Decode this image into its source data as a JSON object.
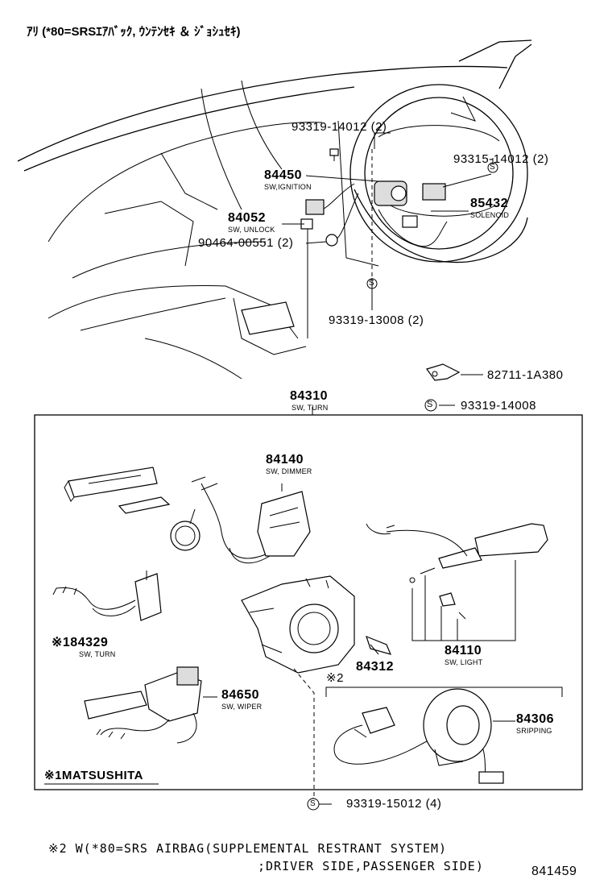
{
  "header": {
    "title": "ｱﾘ (*80=SRSｴｱﾊﾞｯｸ, ｳﾝﾃﾝｾｷ ＆ ｼﾞｮｼｭｾｷ)"
  },
  "top_parts": {
    "p1": "93319-14012 (2)",
    "p2_num": "84450",
    "p2_sub": "SW,IGNITION",
    "p3": "93315-14012 (2)",
    "p4_num": "85432",
    "p4_sub": "SOLENOID",
    "p5_num": "84052",
    "p5_sub": "SW, UNLOCK",
    "p6": "90464-00551 (2)",
    "p7": "93319-13008 (2)",
    "p8": "82711-1A380",
    "p9": "93319-14008",
    "s_mark": "S"
  },
  "assembly": {
    "num": "84310",
    "sub": "SW, TURN",
    "dimmer_num": "84140",
    "dimmer_sub": "SW, DIMMER",
    "light_num": "84110",
    "light_sub": "SW, LIGHT",
    "turn_num": "※184329",
    "turn_sub": "SW, TURN",
    "p84312": "84312",
    "wiper_num": "84650",
    "wiper_sub": "SW, WIPER",
    "mark2": "※2",
    "spiral_num": "84306",
    "spiral_sub": "SRIPPING",
    "maker_label": "※1MATSUSHITA"
  },
  "bottom": {
    "screw": "93319-15012 (4)",
    "note_line1": "※2 W(*80=SRS AIRBAG(SUPPLEMENTAL RESTRANT SYSTEM)",
    "note_line2": ";DRIVER SIDE,PASSENGER SIDE)",
    "drawing_no": "841459"
  }
}
